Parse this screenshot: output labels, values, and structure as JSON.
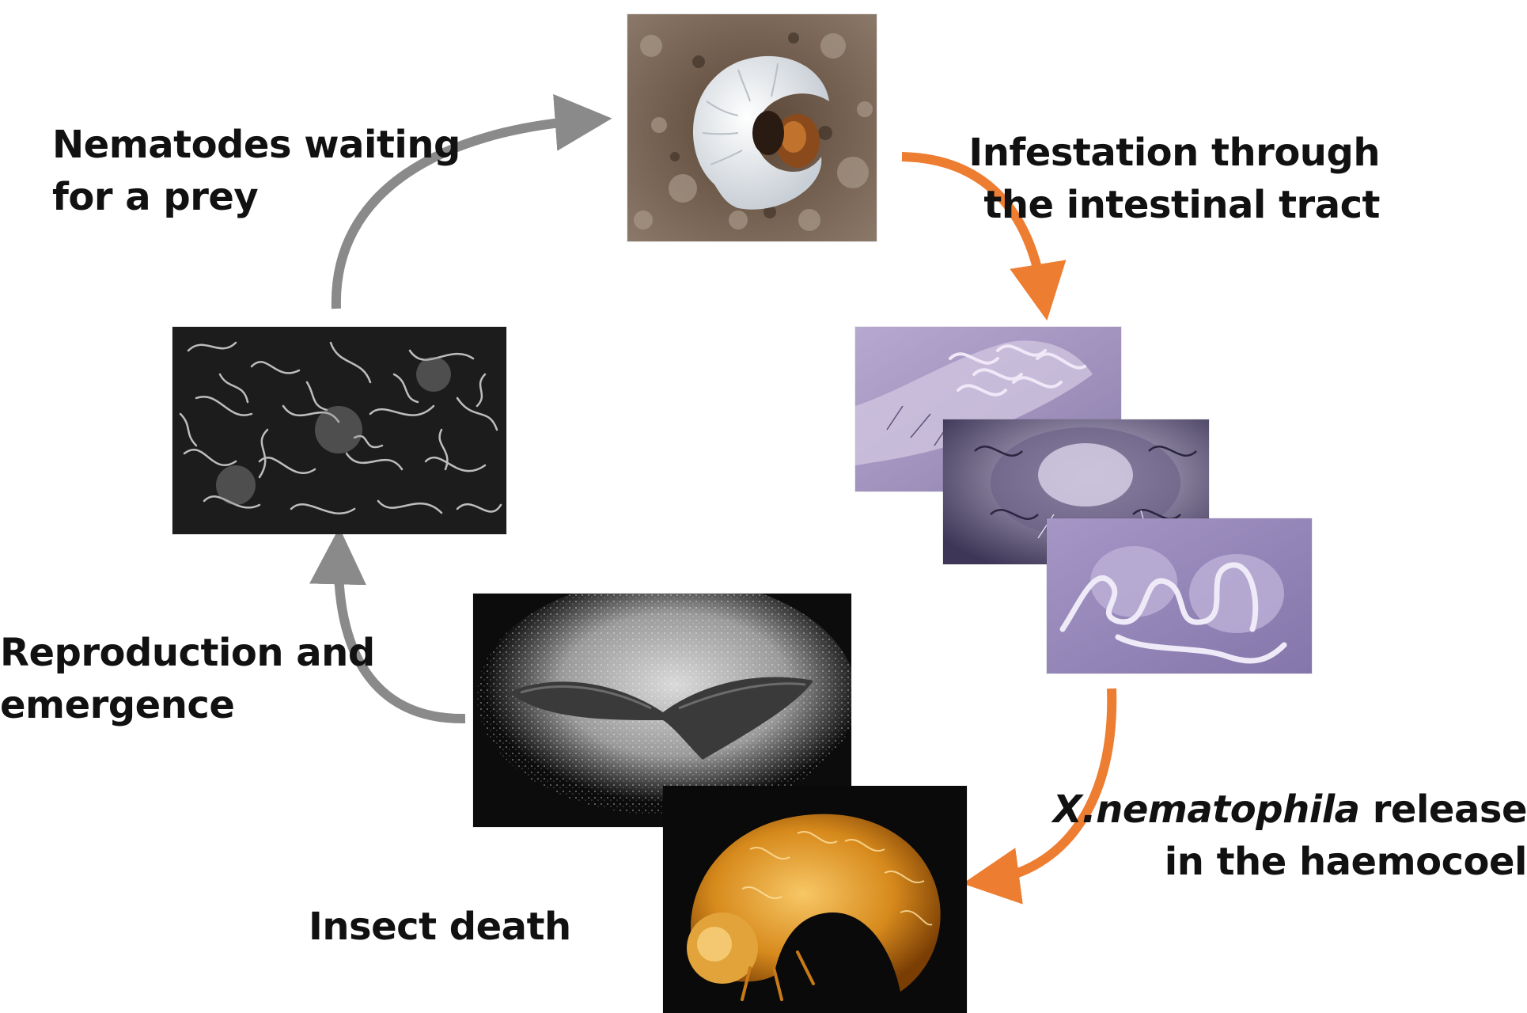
{
  "labels": {
    "nematodes_waiting": [
      "Nematodes waiting",
      "for a prey"
    ],
    "infestation": [
      "Infestation through",
      "the intestinal tract"
    ],
    "release_species": "X.nematophila",
    "release_rest": " release",
    "release_line2": "in the haemocoel",
    "insect_death": "Insect death",
    "reproduction": [
      "Reproduction and",
      "emergence"
    ]
  },
  "colors": {
    "grey_arrow": "#8a8a8a",
    "orange_arrow": "#ed7d31"
  }
}
